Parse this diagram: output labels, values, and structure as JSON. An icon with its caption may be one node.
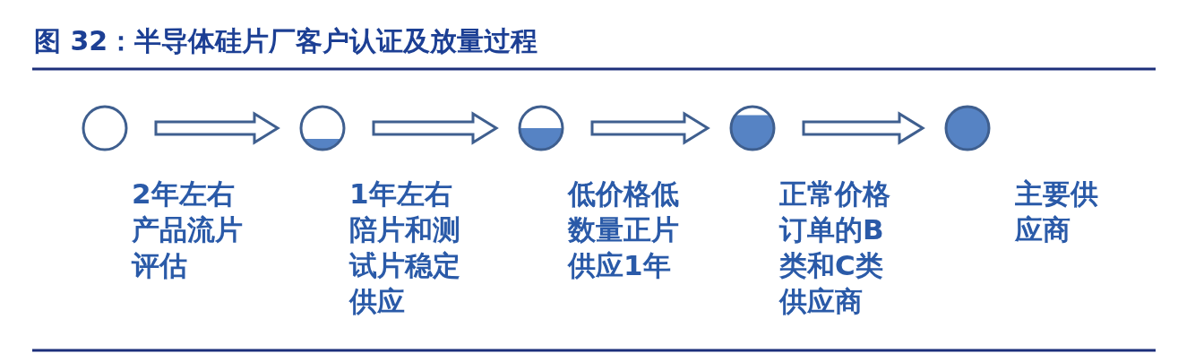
{
  "diagram": {
    "title": "图 32：半导体硅片厂客户认证及放量过程",
    "nodes": [
      {
        "text": [],
        "shape": "circle"
      },
      {
        "text": [],
        "shape": "circle"
      },
      {
        "text": [],
        "shape": "circle"
      },
      {
        "text": [],
        "shape": "circle"
      },
      {
        "text": [],
        "shape": "circle",
        "beside": [
          "主要供应商"
        ]
      }
    ],
    "edges": [
      {
        "from": 0,
        "to": 1,
        "arrow": "to",
        "label": "2年左右产品流片评估"
      },
      {
        "from": 1,
        "to": 2,
        "arrow": "to",
        "label": "1年左右陪片和测试片稳定供应"
      },
      {
        "from": 2,
        "to": 3,
        "arrow": "to",
        "label": "低价格低数量正片供应1年"
      },
      {
        "from": 3,
        "to": 4,
        "arrow": "to",
        "label": "正常价格订单的B类和C类供应商"
      }
    ]
  }
}
